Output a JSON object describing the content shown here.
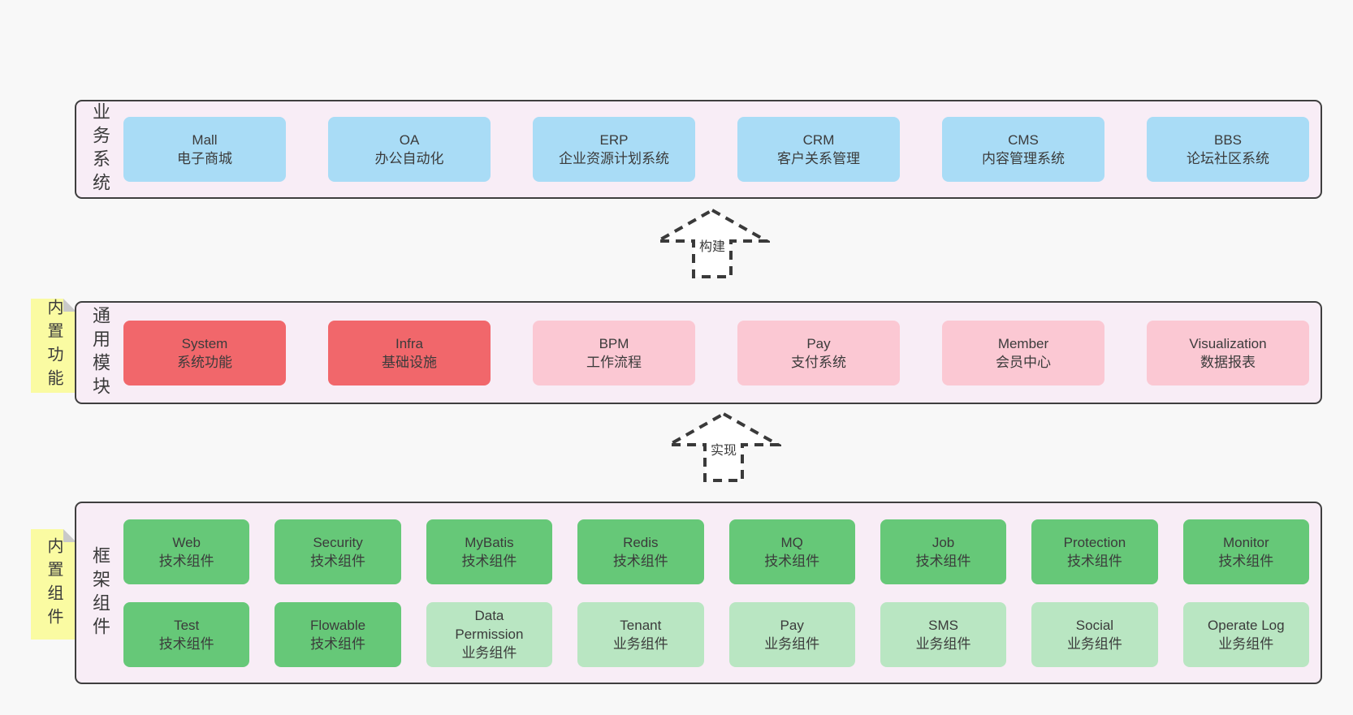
{
  "colors": {
    "bg": "#f8f8f8",
    "panel": "#f8edf6",
    "border": "#3f3f3f",
    "text": "#3b3b3b",
    "blue": "#a9dcf6",
    "red": "#f1676b",
    "pink": "#fbc8d3",
    "green": "#66c878",
    "light_green": "#b9e6c2",
    "yellow": "#fafba2",
    "fold": "#c9c9c9"
  },
  "arrows": {
    "build": {
      "label": "构建"
    },
    "implement": {
      "label": "实现"
    }
  },
  "layers": {
    "business": {
      "label": "业务系统",
      "items": [
        {
          "name": "Mall",
          "desc": "电子商城"
        },
        {
          "name": "OA",
          "desc": "办公自动化"
        },
        {
          "name": "ERP",
          "desc": "企业资源计划系统"
        },
        {
          "name": "CRM",
          "desc": "客户关系管理"
        },
        {
          "name": "CMS",
          "desc": "内容管理系统"
        },
        {
          "name": "BBS",
          "desc": "论坛社区系统"
        }
      ]
    },
    "modules": {
      "sticky": "内置功能",
      "label": "通用模块",
      "items": [
        {
          "name": "System",
          "desc": "系统功能",
          "variant": "red"
        },
        {
          "name": "Infra",
          "desc": "基础设施",
          "variant": "red"
        },
        {
          "name": "BPM",
          "desc": "工作流程",
          "variant": "pink"
        },
        {
          "name": "Pay",
          "desc": "支付系统",
          "variant": "pink"
        },
        {
          "name": "Member",
          "desc": "会员中心",
          "variant": "pink"
        },
        {
          "name": "Visualization",
          "desc": "数据报表",
          "variant": "pink"
        }
      ]
    },
    "components": {
      "sticky": "内置组件",
      "label": "框架组件",
      "row1": [
        {
          "name": "Web",
          "desc": "技术组件",
          "variant": "green"
        },
        {
          "name": "Security",
          "desc": "技术组件",
          "variant": "green"
        },
        {
          "name": "MyBatis",
          "desc": "技术组件",
          "variant": "green"
        },
        {
          "name": "Redis",
          "desc": "技术组件",
          "variant": "green"
        },
        {
          "name": "MQ",
          "desc": "技术组件",
          "variant": "green"
        },
        {
          "name": "Job",
          "desc": "技术组件",
          "variant": "green"
        },
        {
          "name": "Protection",
          "desc": "技术组件",
          "variant": "green"
        },
        {
          "name": "Monitor",
          "desc": "技术组件",
          "variant": "green"
        }
      ],
      "row2": [
        {
          "name": "Test",
          "desc": "技术组件",
          "variant": "green"
        },
        {
          "name": "Flowable",
          "desc": "技术组件",
          "variant": "green"
        },
        {
          "name": "Data\nPermission",
          "desc": "业务组件",
          "variant": "light-green"
        },
        {
          "name": "Tenant",
          "desc": "业务组件",
          "variant": "light-green"
        },
        {
          "name": "Pay",
          "desc": "业务组件",
          "variant": "light-green"
        },
        {
          "name": "SMS",
          "desc": "业务组件",
          "variant": "light-green"
        },
        {
          "name": "Social",
          "desc": "业务组件",
          "variant": "light-green"
        },
        {
          "name": "Operate Log",
          "desc": "业务组件",
          "variant": "light-green"
        }
      ]
    }
  }
}
